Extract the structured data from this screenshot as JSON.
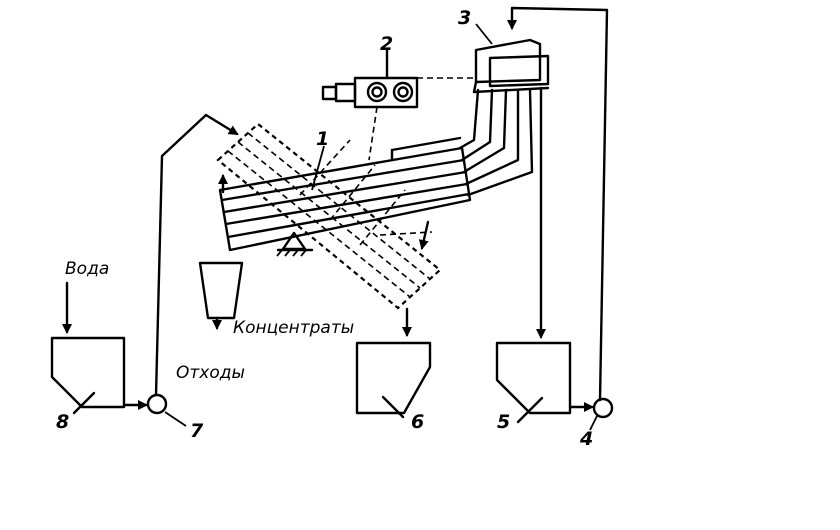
{
  "labels": {
    "water": "Вода",
    "concentrates": "Концентраты",
    "tailings": "Отходы"
  },
  "numbers": {
    "n1": "1",
    "n2": "2",
    "n3": "3",
    "n4": "4",
    "n5": "5",
    "n6": "6",
    "n7": "7",
    "n8": "8"
  }
}
